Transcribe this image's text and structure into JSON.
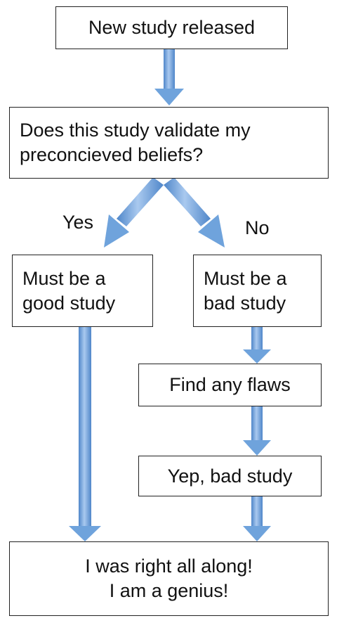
{
  "diagram": {
    "arrow_color": "#6fa3dc",
    "nodes": {
      "start": "New study released",
      "question": "Does this study validate my\npreconcieved beliefs?",
      "good": "Must be a\ngood study",
      "bad": "Must be a\nbad study",
      "flaws": "Find any flaws",
      "confirm": "Yep, bad study",
      "end": "I was right all along!\nI am a genius!"
    },
    "edges": {
      "yes_label": "Yes",
      "no_label": "No"
    }
  }
}
